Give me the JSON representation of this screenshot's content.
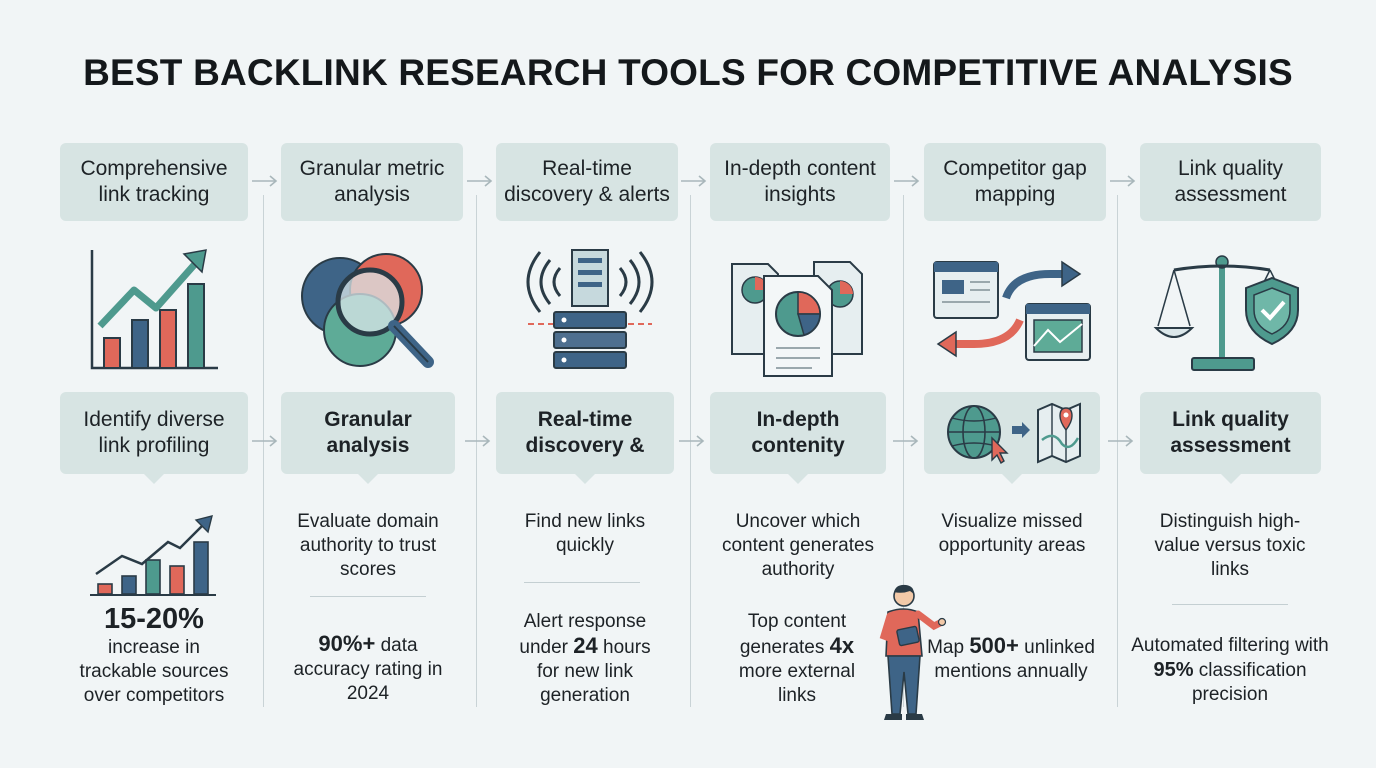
{
  "title": "BEST BACKLINK RESEARCH TOOLS FOR COMPETITIVE ANALYSIS",
  "columns": [
    {
      "top": "Comprehensive link tracking",
      "mid": "Identify diverse link profiling",
      "desc": "",
      "stat_big": "15-20%",
      "stat_rest": "increase in trackable sources over competitors",
      "icon": "bar-chart-trend-icon"
    },
    {
      "top": "Granular metric analysis",
      "mid": "Granular analysis",
      "desc": "Evaluate domain authority to trust scores",
      "stat_strong": "90%+",
      "stat_rest": " data accuracy rating in 2024",
      "icon": "magnifier-venn-icon"
    },
    {
      "top": "Real-time discovery & alerts",
      "mid": "Real-time discovery &",
      "desc": "Find new links quickly",
      "stat_pre": "Alert response under ",
      "stat_strong": "24",
      "stat_rest": " hours for new link generation",
      "icon": "server-signal-icon"
    },
    {
      "top": "In-depth content insights",
      "mid": "In-depth contenity",
      "desc": "Uncover which content generates authority",
      "stat_pre": "Top content generates ",
      "stat_strong": "4x",
      "stat_rest": " more external links",
      "icon": "documents-pie-icon"
    },
    {
      "top": "Competitor gap mapping",
      "mid": "",
      "desc": "Visualize missed opportunity areas",
      "stat_pre": "Map ",
      "stat_strong": "500+",
      "stat_rest": " unlinked mentions annually",
      "icon": "browser-swap-icon"
    },
    {
      "top": "Link quality assessment",
      "mid": "Link quality assessment",
      "desc": "Distinguish high-value versus toxic links",
      "stat_pre": "Automated filtering with ",
      "stat_strong": "95%",
      "stat_rest": " classification precision",
      "icon": "scale-shield-icon"
    }
  ],
  "colors": {
    "teal": "#4e9a8e",
    "coral": "#e0685a",
    "navy": "#3e6487",
    "box": "#d7e4e3"
  }
}
